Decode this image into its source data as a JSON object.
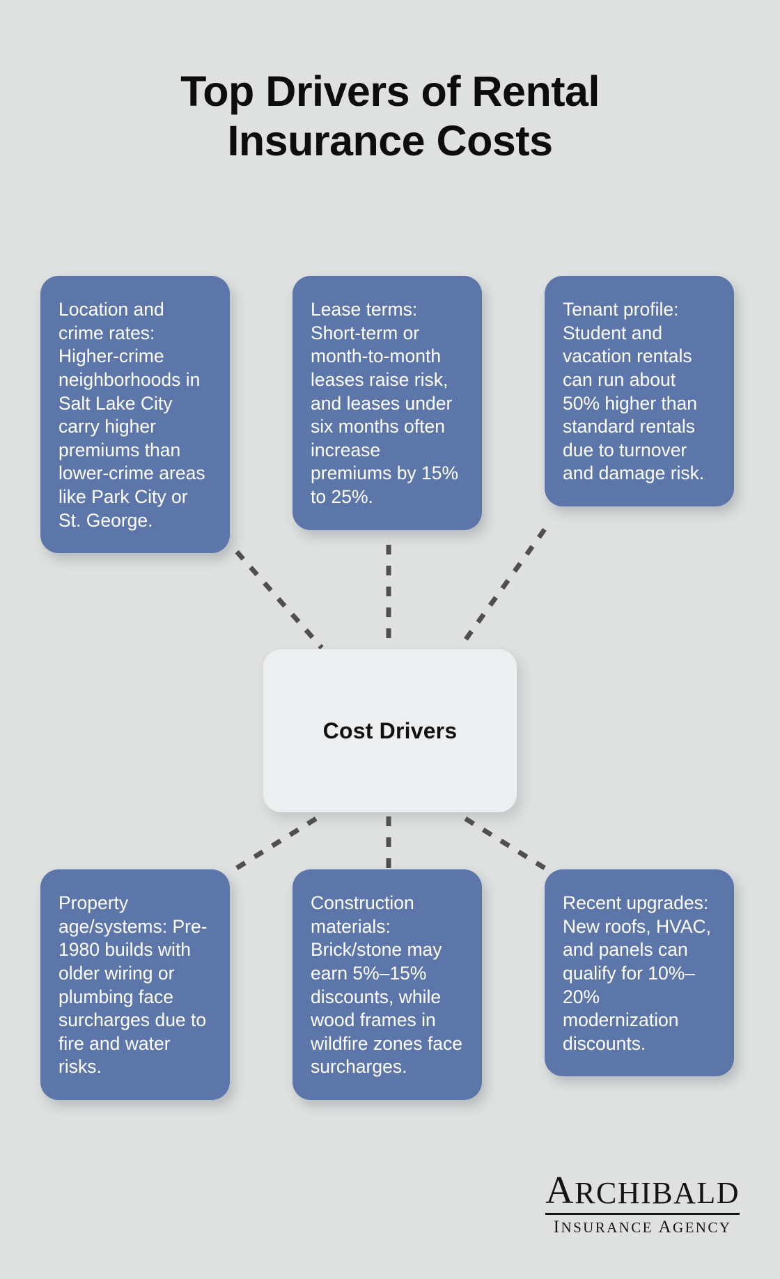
{
  "page": {
    "background_color": "#dfe1e0",
    "title": "Top Drivers of Rental\nInsurance Costs"
  },
  "center": {
    "label": "Cost Drivers"
  },
  "cards": [
    {
      "id": "location-and-crime-rates",
      "text": "Location and crime rates: Higher-crime neighborhoods in Salt Lake City carry higher premiums than lower-crime areas like Park City or St. George."
    },
    {
      "id": "lease-terms",
      "text": "Lease terms: Short-term or month-to-month leases raise risk, and leases under six months often increase premiums by 15% to 25%."
    },
    {
      "id": "tenant-profile",
      "text": "Tenant profile: Student and vacation rentals can run about 50% higher than standard rentals due to turnover and damage risk."
    },
    {
      "id": "property-age-systems",
      "text": "Property age/systems: Pre-1980 builds with older wiring or plumbing face surcharges due to fire and water risks."
    },
    {
      "id": "construction-materials",
      "text": "Construction materials: Brick/stone may earn 5%–15% discounts, while wood frames in wildfire zones face surcharges."
    },
    {
      "id": "recent-upgrades",
      "text": "Recent upgrades: New roofs, HVAC, and panels can qualify for 10%–20% modernization discounts."
    }
  ],
  "logo": {
    "name_first": "A",
    "name_rest": "RCHIBALD",
    "tagline_first": "I",
    "tagline_rest": "NSURANCE ",
    "tagline_second_first": "A",
    "tagline_second_rest": "GENCY"
  },
  "colors": {
    "card_fill": "#5d76aa",
    "card_text": "#ffffff",
    "center_fill": "#eeeff1",
    "connector": "#4f4f4f",
    "title_text": "#0d0d0d"
  }
}
